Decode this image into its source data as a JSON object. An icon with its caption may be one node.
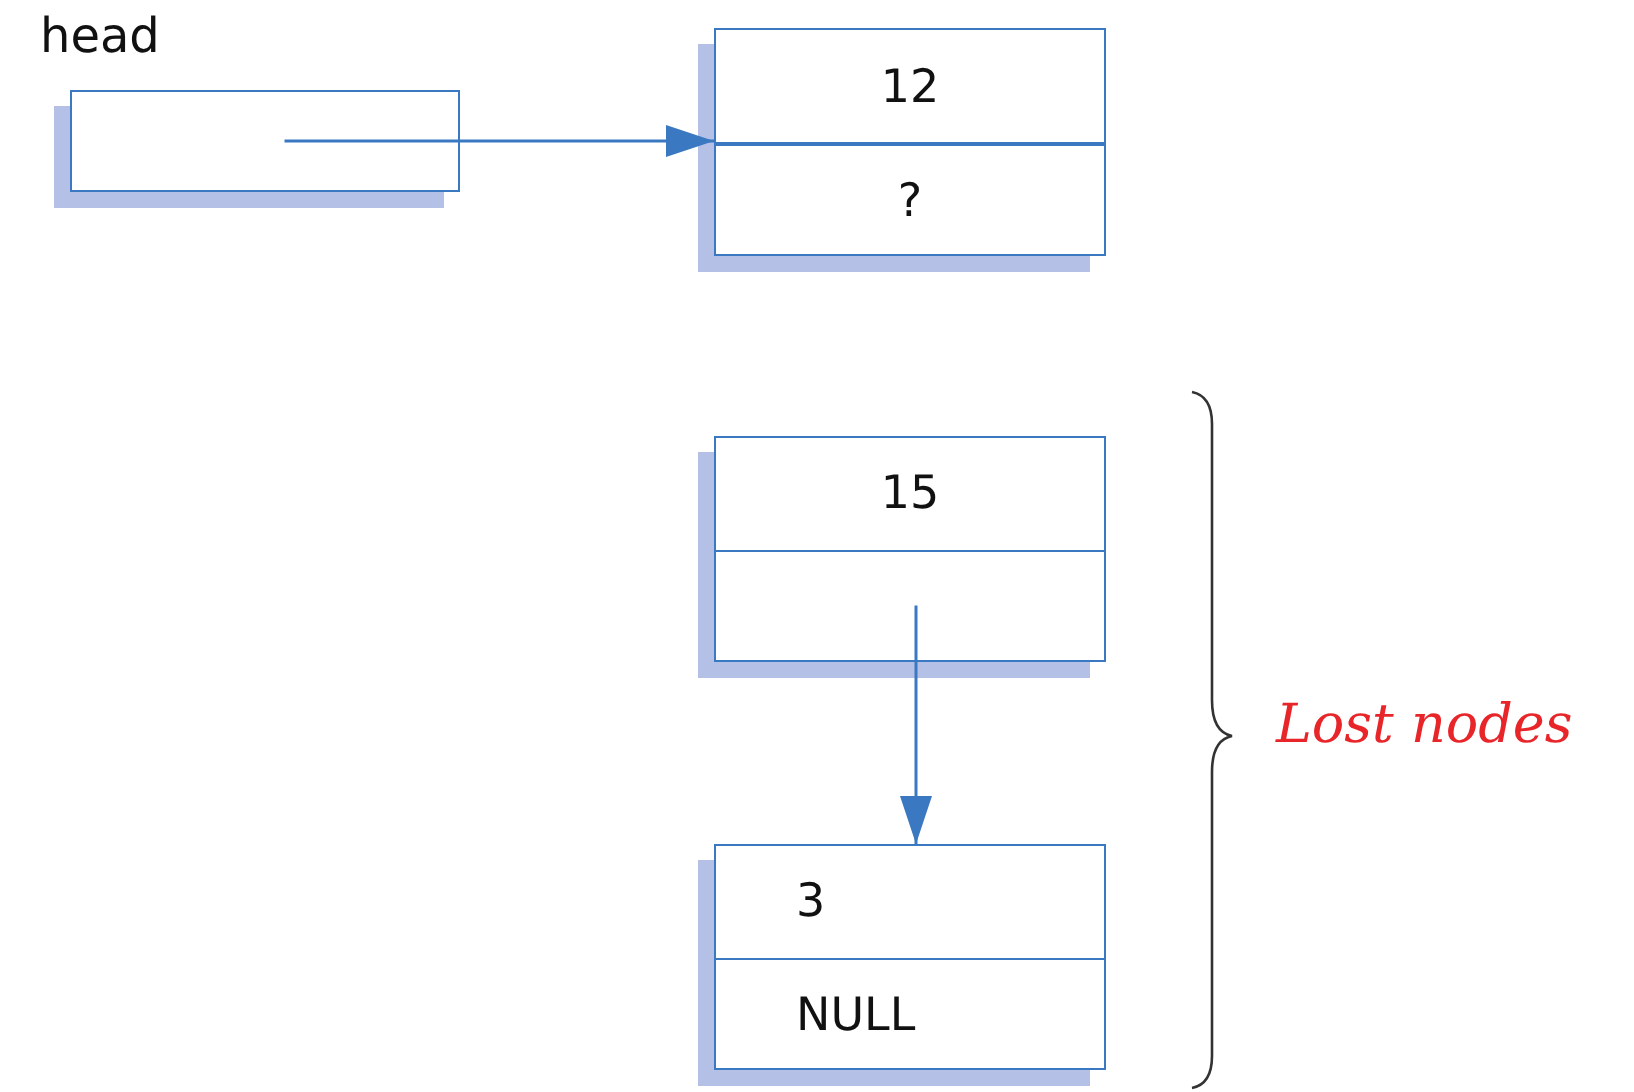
{
  "diagram": {
    "nodes": [
      {
        "text": [
          "head"
        ]
      },
      {
        "text": [
          "12",
          "?"
        ]
      },
      {
        "text": [
          "15"
        ]
      },
      {
        "text": [
          "3",
          "NULL"
        ]
      }
    ],
    "edges": [
      {
        "from": 0,
        "to": 1,
        "arrow": "to"
      },
      {
        "from": 2,
        "to": 3,
        "arrow": "to"
      }
    ],
    "labels": [
      "Lost nodes"
    ]
  }
}
